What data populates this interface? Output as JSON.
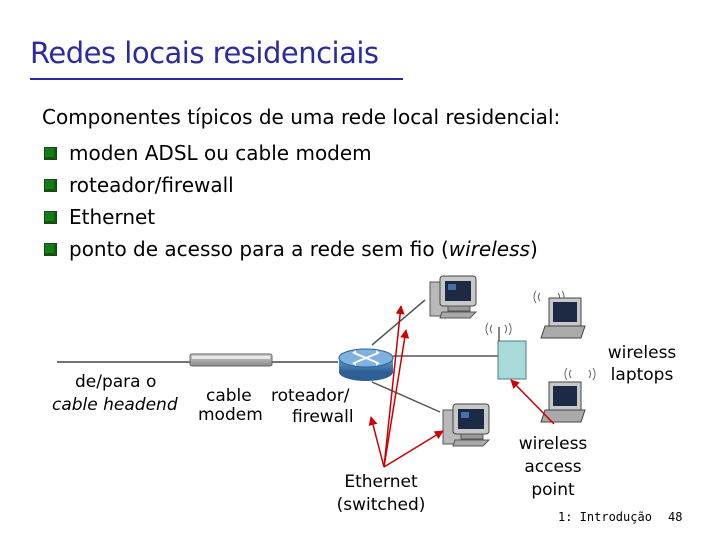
{
  "slide": {
    "title": "Redes locais residenciais",
    "intro": "Componentes típicos de uma rede local residencial:",
    "bullets": [
      "moden ADSL ou cable modem",
      "roteador/firewall",
      "Ethernet"
    ],
    "bullet4_prefix": "ponto de acesso para a rede sem fio (",
    "bullet4_italic": "wireless",
    "bullet4_suffix": ")"
  },
  "diagram": {
    "headend_line1": "de/para o",
    "headend_line2": "cable headend",
    "modem_line1": "cable",
    "modem_line2": "modem",
    "router_line1": "roteador/",
    "router_line2": "firewall",
    "ethernet_line1": "Ethernet",
    "ethernet_line2": "(switched)",
    "ap_line1": "wireless",
    "ap_line2": "access",
    "ap_line3": "point",
    "laptops_line1": "wireless",
    "laptops_line2": "laptops"
  },
  "footer": {
    "chapter": "1: Introdução",
    "page": "48"
  },
  "colors": {
    "title": "#2b2ba0",
    "bullet": "#1a7a1a",
    "arrow": "#cc0000",
    "router": "#3f7fbf",
    "access_point": "#a9dada"
  }
}
